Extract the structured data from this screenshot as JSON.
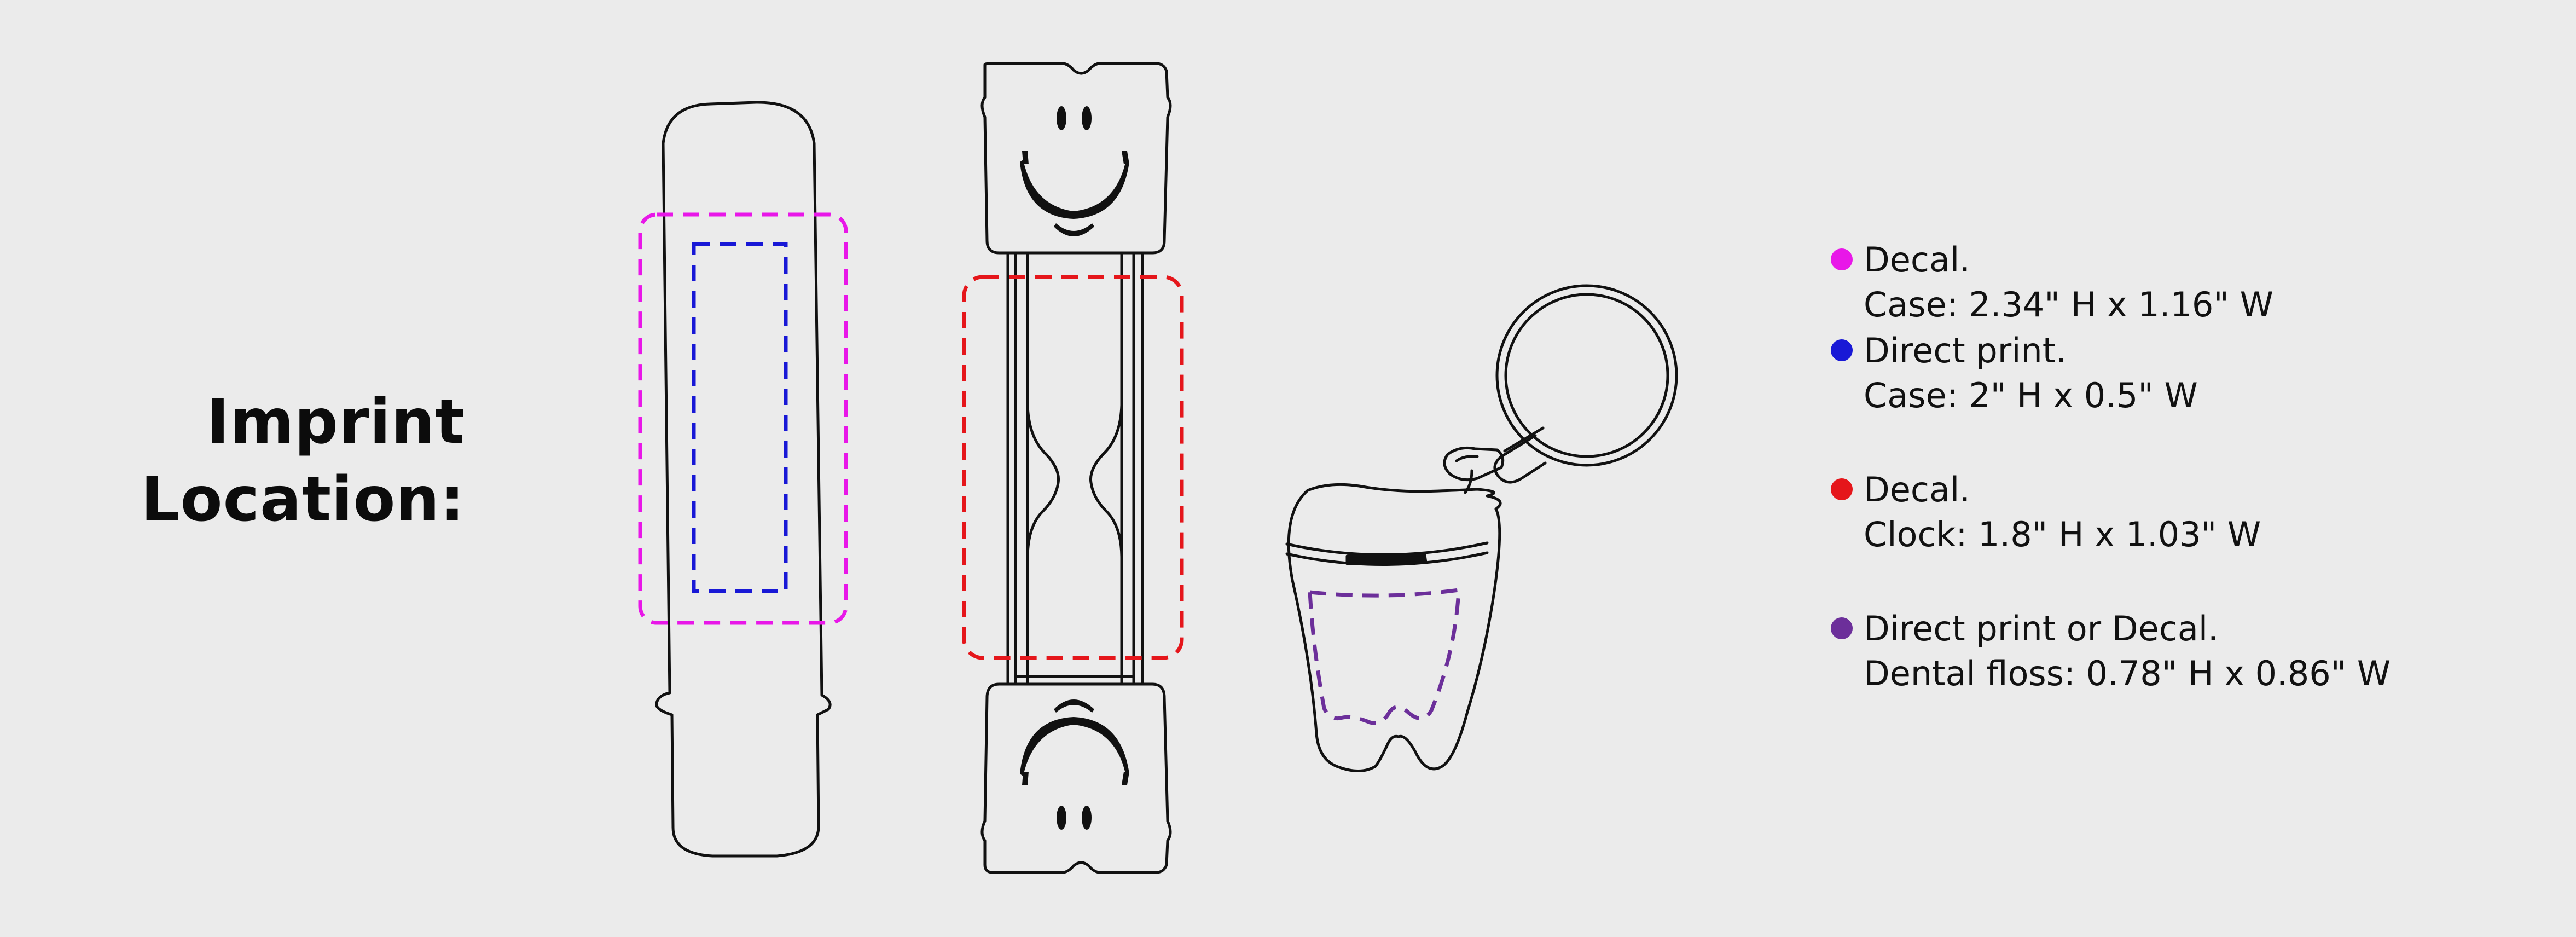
{
  "title": {
    "line1": "Imprint",
    "line2": "Location:"
  },
  "colors": {
    "background": "#ebebeb",
    "outline": "#111111",
    "magenta": "#e817e8",
    "blue": "#1818d6",
    "red": "#e5161b",
    "purple": "#6c2f9a"
  },
  "legend": [
    {
      "color": "#e817e8",
      "name": "magenta-decal-case",
      "line1": "Decal.",
      "line2": "Case: 2.34\" H x 1.16\" W"
    },
    {
      "color": "#1818d6",
      "name": "blue-direct-print-case",
      "line1": "Direct print.",
      "line2": "Case: 2\" H x 0.5\" W"
    },
    {
      "color": "#e5161b",
      "name": "red-decal-clock",
      "line1": "Decal.",
      "line2": "Clock: 1.8\" H x 1.03\" W"
    },
    {
      "color": "#6c2f9a",
      "name": "purple-dental-floss",
      "line1": "Direct print or Decal.",
      "line2": "Dental floss: 0.78\" H x 0.86\" W"
    }
  ]
}
